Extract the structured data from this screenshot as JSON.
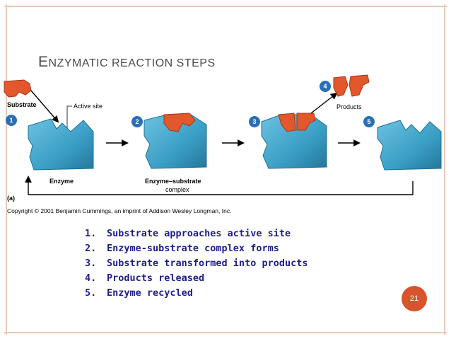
{
  "slide": {
    "title_first": "E",
    "title_rest": "NZYMATIC REACTION STEPS",
    "page_number": "21"
  },
  "figure": {
    "labels": {
      "substrate": "Substrate",
      "active_site": "Active site",
      "enzyme": "Enzyme",
      "complex_line1": "Enzyme–substrate",
      "complex_line2": "complex",
      "products": "Products",
      "panel": "(a)"
    },
    "step_numbers": [
      "1",
      "2",
      "3",
      "4",
      "5"
    ],
    "copyright": "Copyright © 2001 Benjamin Cummings, an imprint of Addison Wesley Longman, Inc.",
    "colors": {
      "enzyme": "#3a9ec4",
      "enzyme_dark": "#1f6f90",
      "substrate": "#e2572b",
      "step_circle": "#2a6fb6"
    }
  },
  "steps": [
    {
      "num": "1.",
      "text": "Substrate approaches active site"
    },
    {
      "num": "2.",
      "text": "Enzyme-substrate complex forms"
    },
    {
      "num": "3.",
      "text": "Substrate transformed into products"
    },
    {
      "num": "4.",
      "text": "Products released"
    },
    {
      "num": "5.",
      "text": "Enzyme recycled"
    }
  ]
}
